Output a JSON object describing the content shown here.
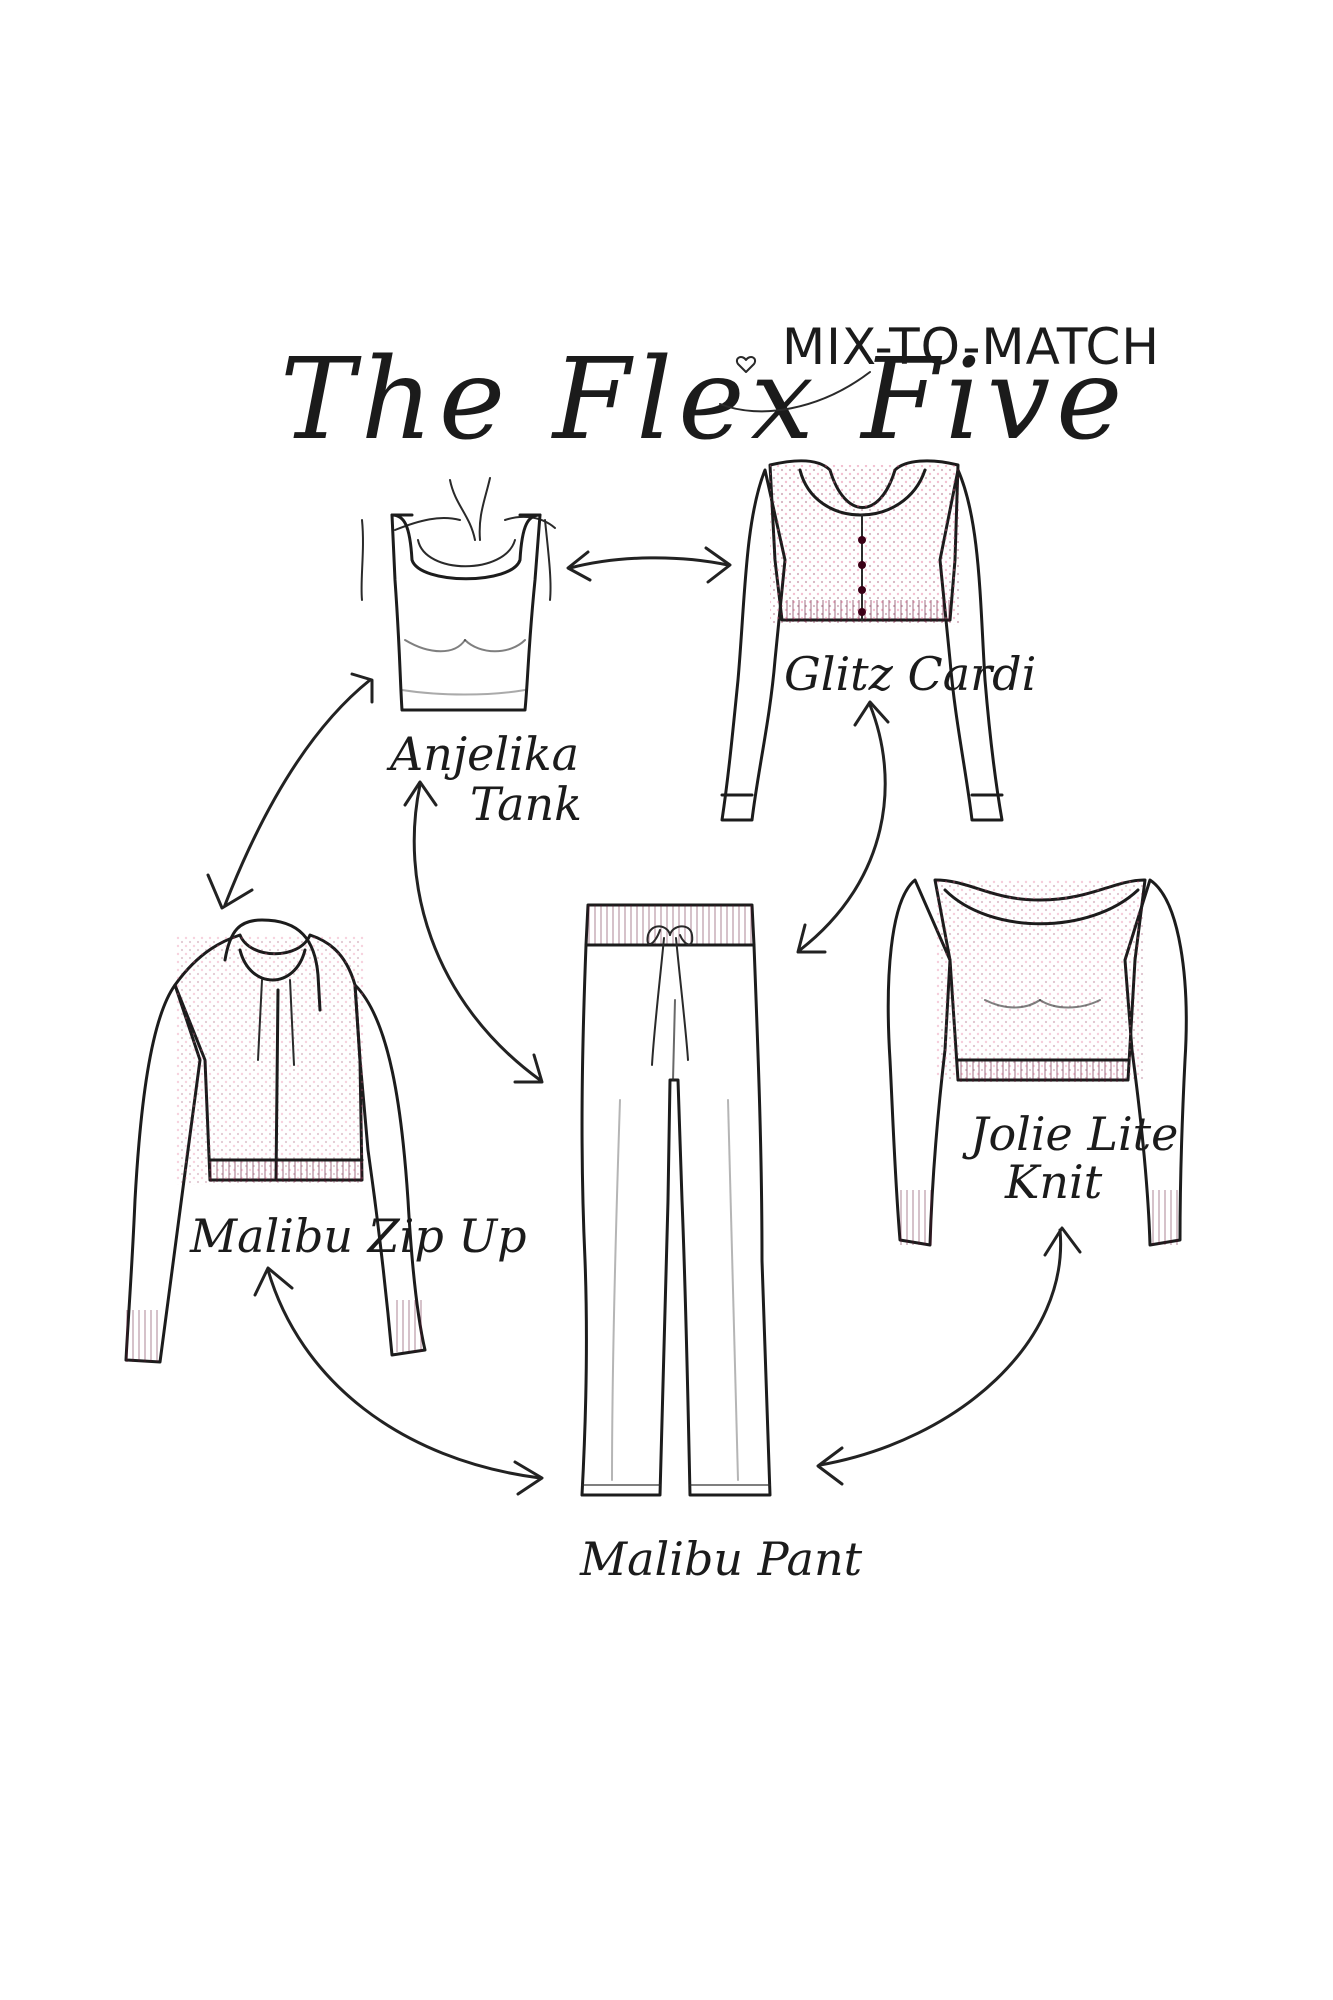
{
  "title": "The Flex Five",
  "subtitle": "MIX-TO-MATCH",
  "colors": {
    "ink": "#1c1c1c",
    "berry": "#b41e52",
    "berry_dark": "#8e1040",
    "berry_light": "#d63a6c",
    "jolie": "#cf2e56",
    "tank": "#ffffff"
  },
  "items": {
    "anjelika_tank": {
      "line1": "Anjelika",
      "line2": "Tank",
      "icon": "tank-top-icon"
    },
    "glitz_cardi": {
      "label": "Glitz Cardi",
      "icon": "cardigan-icon"
    },
    "malibu_zip_up": {
      "label": "Malibu Zip Up",
      "icon": "zip-hoodie-icon"
    },
    "jolie_lite_knit": {
      "line1": "Jolie Lite",
      "line2": "Knit",
      "icon": "knit-top-icon"
    },
    "malibu_pant": {
      "label": "Malibu Pant",
      "icon": "flare-pant-icon"
    }
  }
}
